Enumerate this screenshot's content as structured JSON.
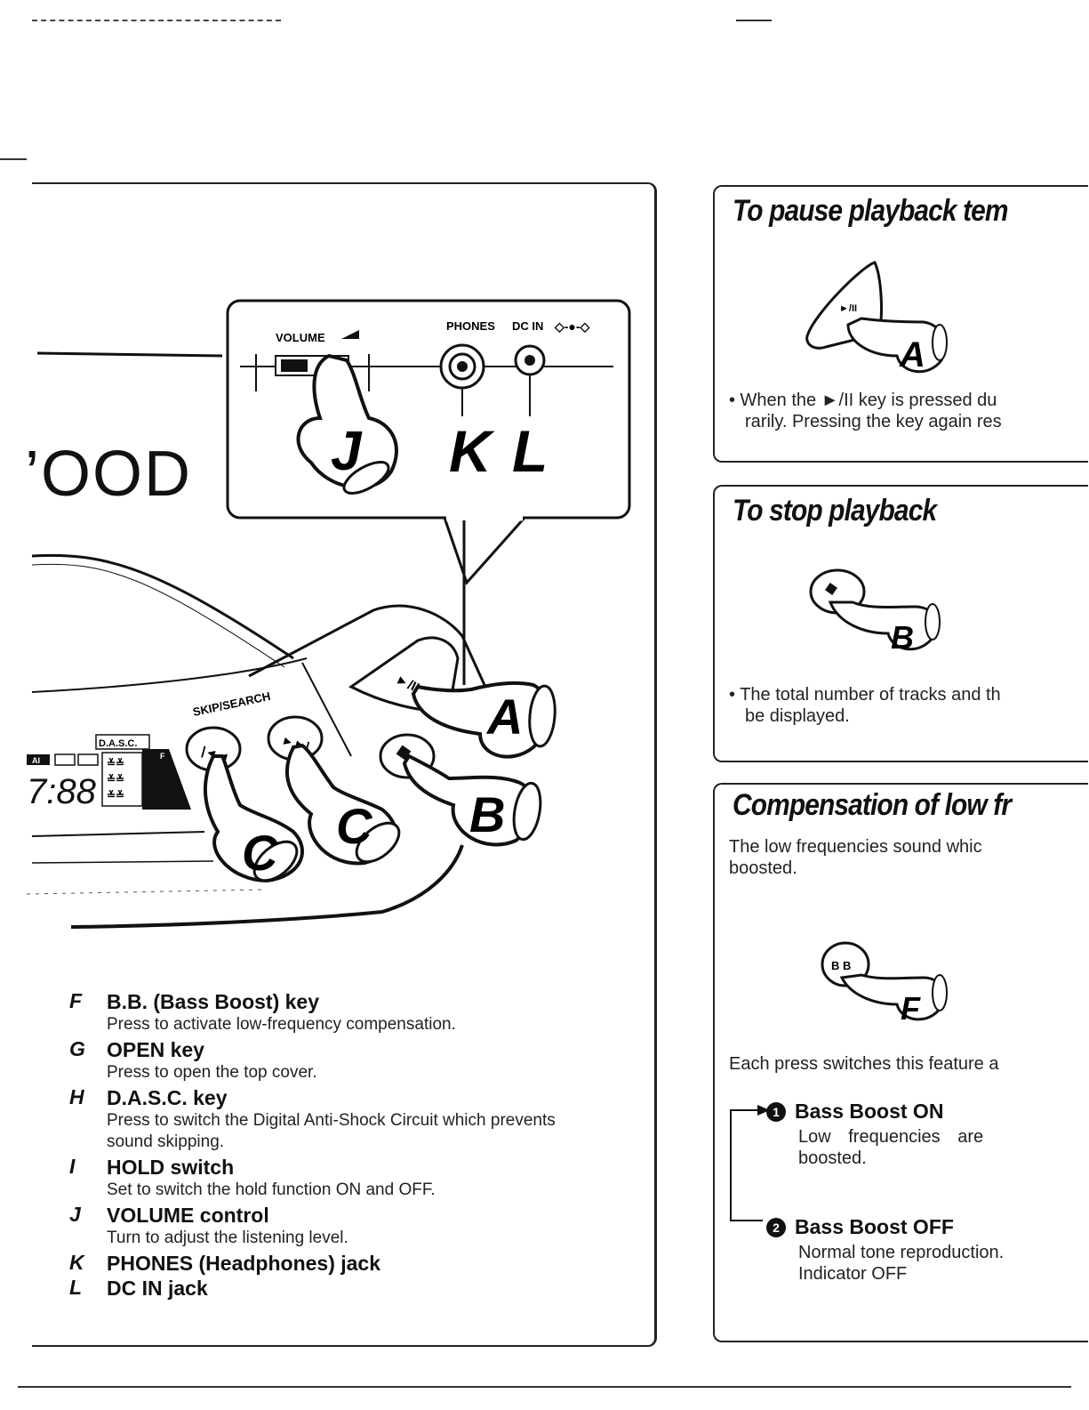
{
  "illustration": {
    "volume_label": "VOLUME",
    "phones_label": "PHONES",
    "dcin_label": "DC IN",
    "skip_search_label": "SKIP/SEARCH",
    "dasc_label": "D.A.S.C.",
    "ai_label": "AI",
    "display_digits": "7:88",
    "callouts": [
      "J",
      "K",
      "L",
      "A",
      "B",
      "C",
      "C"
    ],
    "brand_fragment": "’OOD",
    "f_label": "F"
  },
  "keys": [
    {
      "letter": "F",
      "title": "B.B. (Bass Boost) key",
      "desc": "Press to activate low-frequency compensation."
    },
    {
      "letter": "G",
      "title": "OPEN key",
      "desc": "Press to open the top cover."
    },
    {
      "letter": "H",
      "title": "D.A.S.C. key",
      "desc": "Press to switch the Digital Anti-Shock Circuit which prevents sound skipping."
    },
    {
      "letter": "I",
      "title": "HOLD switch",
      "desc": "Set to switch the hold function ON and OFF."
    },
    {
      "letter": "J",
      "title": "VOLUME control",
      "desc": "Turn to adjust the listening level."
    },
    {
      "letter": "K",
      "title": "PHONES (Headphones) jack",
      "desc": ""
    },
    {
      "letter": "L",
      "title": "DC IN jack",
      "desc": ""
    }
  ],
  "pause_box": {
    "title": "To pause playback tem",
    "key_symbol": "►/II",
    "callout": "A",
    "text_line1": "• When the ►/II key is pressed du",
    "text_line2": "rarily. Pressing the key again res"
  },
  "stop_box": {
    "title": "To stop playback",
    "callout": "B",
    "text_line1": "• The total number of tracks and th",
    "text_line2": "be displayed."
  },
  "bass_box": {
    "title": "Compensation of low fr",
    "intro_line1": "The low frequencies sound whic",
    "intro_line2": "boosted.",
    "key_symbol": "B B",
    "callout": "F",
    "each_press": "Each press switches this feature a",
    "option1_num": "1",
    "option1_title": "Bass Boost ON",
    "option1_desc_line1": "Low frequencies are",
    "option1_desc_line2": "boosted.",
    "option2_num": "2",
    "option2_title": "Bass Boost OFF",
    "option2_desc_line1": "Normal tone reproduction.",
    "option2_desc_line2": "Indicator OFF"
  }
}
